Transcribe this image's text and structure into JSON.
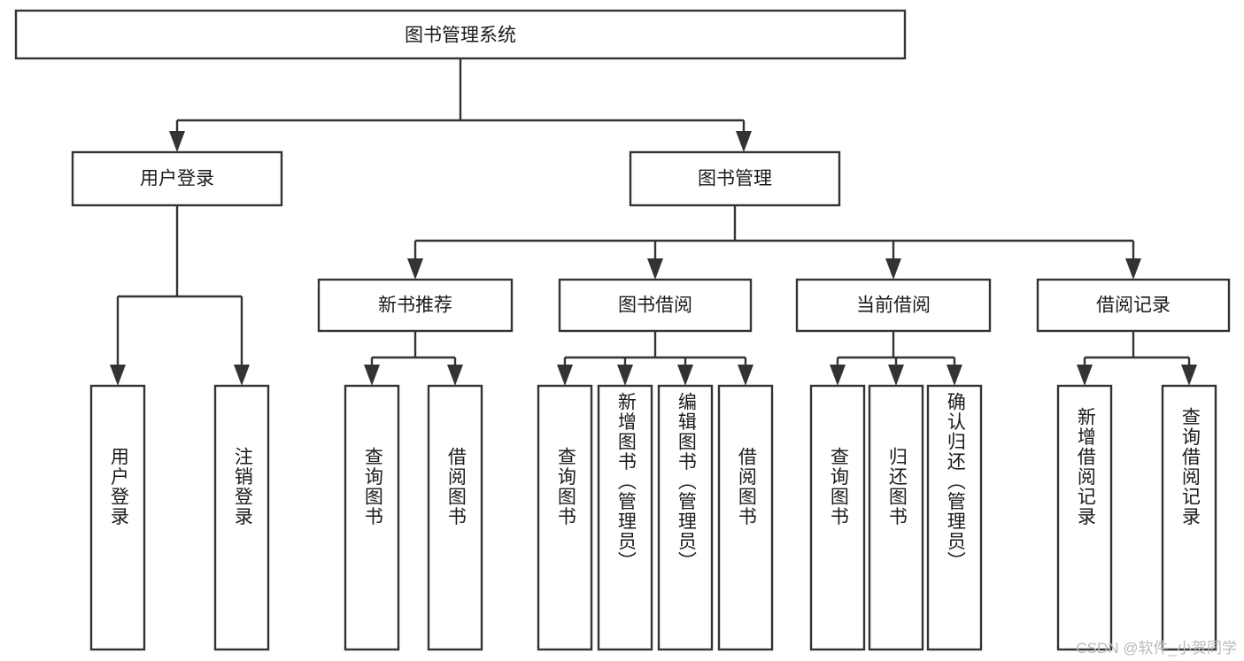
{
  "diagram": {
    "type": "hierarchy-tree",
    "title": "图书管理系统",
    "watermark": "CSDN @软件_小贺同学",
    "colors": {
      "stroke": "#333333",
      "box_fill": "#ffffff",
      "text": "#1a1a1a",
      "background": "#ffffff",
      "watermark": "#b9b9b9"
    },
    "root": {
      "label": "图书管理系统"
    },
    "level2": [
      {
        "label": "用户登录"
      },
      {
        "label": "图书管理"
      }
    ],
    "level3": [
      {
        "label": "新书推荐"
      },
      {
        "label": "图书借阅"
      },
      {
        "label": "当前借阅"
      },
      {
        "label": "借阅记录"
      }
    ],
    "leaves": {
      "user_login": [
        {
          "label": "用户登录"
        },
        {
          "label": "注销登录"
        }
      ],
      "new_book_recommend": [
        {
          "label": "查询图书"
        },
        {
          "label": "借阅图书"
        }
      ],
      "book_borrow": [
        {
          "label": "查询图书"
        },
        {
          "label": "新增图书（管理员）"
        },
        {
          "label": "编辑图书（管理员）"
        },
        {
          "label": "借阅图书"
        }
      ],
      "current_borrow": [
        {
          "label": "查询图书"
        },
        {
          "label": "归还图书"
        },
        {
          "label": "确认归还（管理员）"
        }
      ],
      "borrow_record": [
        {
          "label": "新增借阅记录"
        },
        {
          "label": "查询借阅记录"
        }
      ]
    }
  }
}
